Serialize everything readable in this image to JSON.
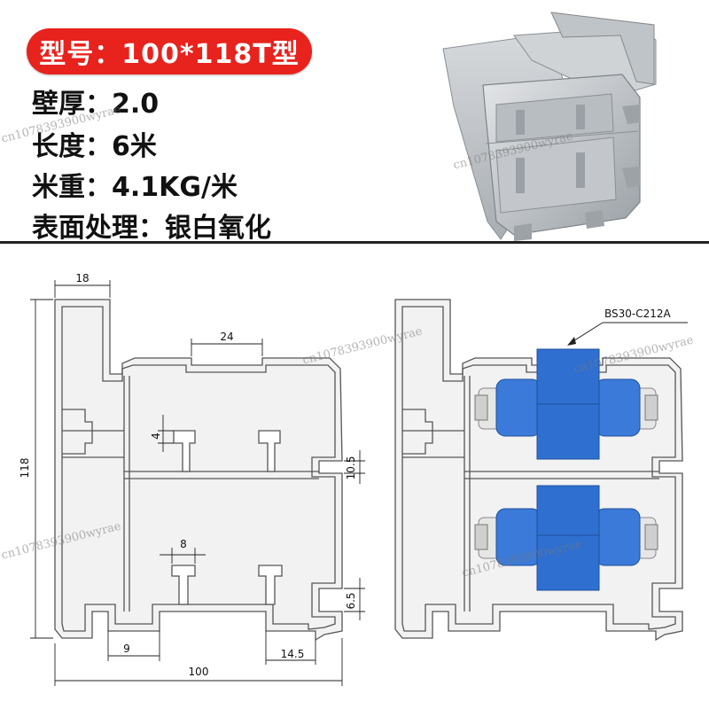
{
  "header": {
    "model": "型号：100*118T型"
  },
  "specs": {
    "wall_thickness": "壁厚：2.0",
    "length": "长度：6米",
    "weight": "米重：4.1KG/米",
    "surface": "表面处理：银白氧化"
  },
  "drawing": {
    "dim_18": "18",
    "dim_24": "24",
    "dim_4": "4",
    "dim_10_5": "10.5",
    "dim_118": "118",
    "dim_8": "8",
    "dim_6_5": "6.5",
    "dim_9": "9",
    "dim_14_5": "14.5",
    "dim_100": "100",
    "callout": "BS30-C212A"
  },
  "watermarks": [
    "cn1078393900wyrae",
    "cn1078393900wyrae",
    "cn1078393900wyrae",
    "cn1078393900wyrae",
    "cn1078393900wyrae",
    "cn1078393900wyrae"
  ],
  "colors": {
    "badge": "#e8221d",
    "profile_fill": "#f2f2f2",
    "profile_stroke": "#555555",
    "slider_blue": "#2f6fd0"
  }
}
